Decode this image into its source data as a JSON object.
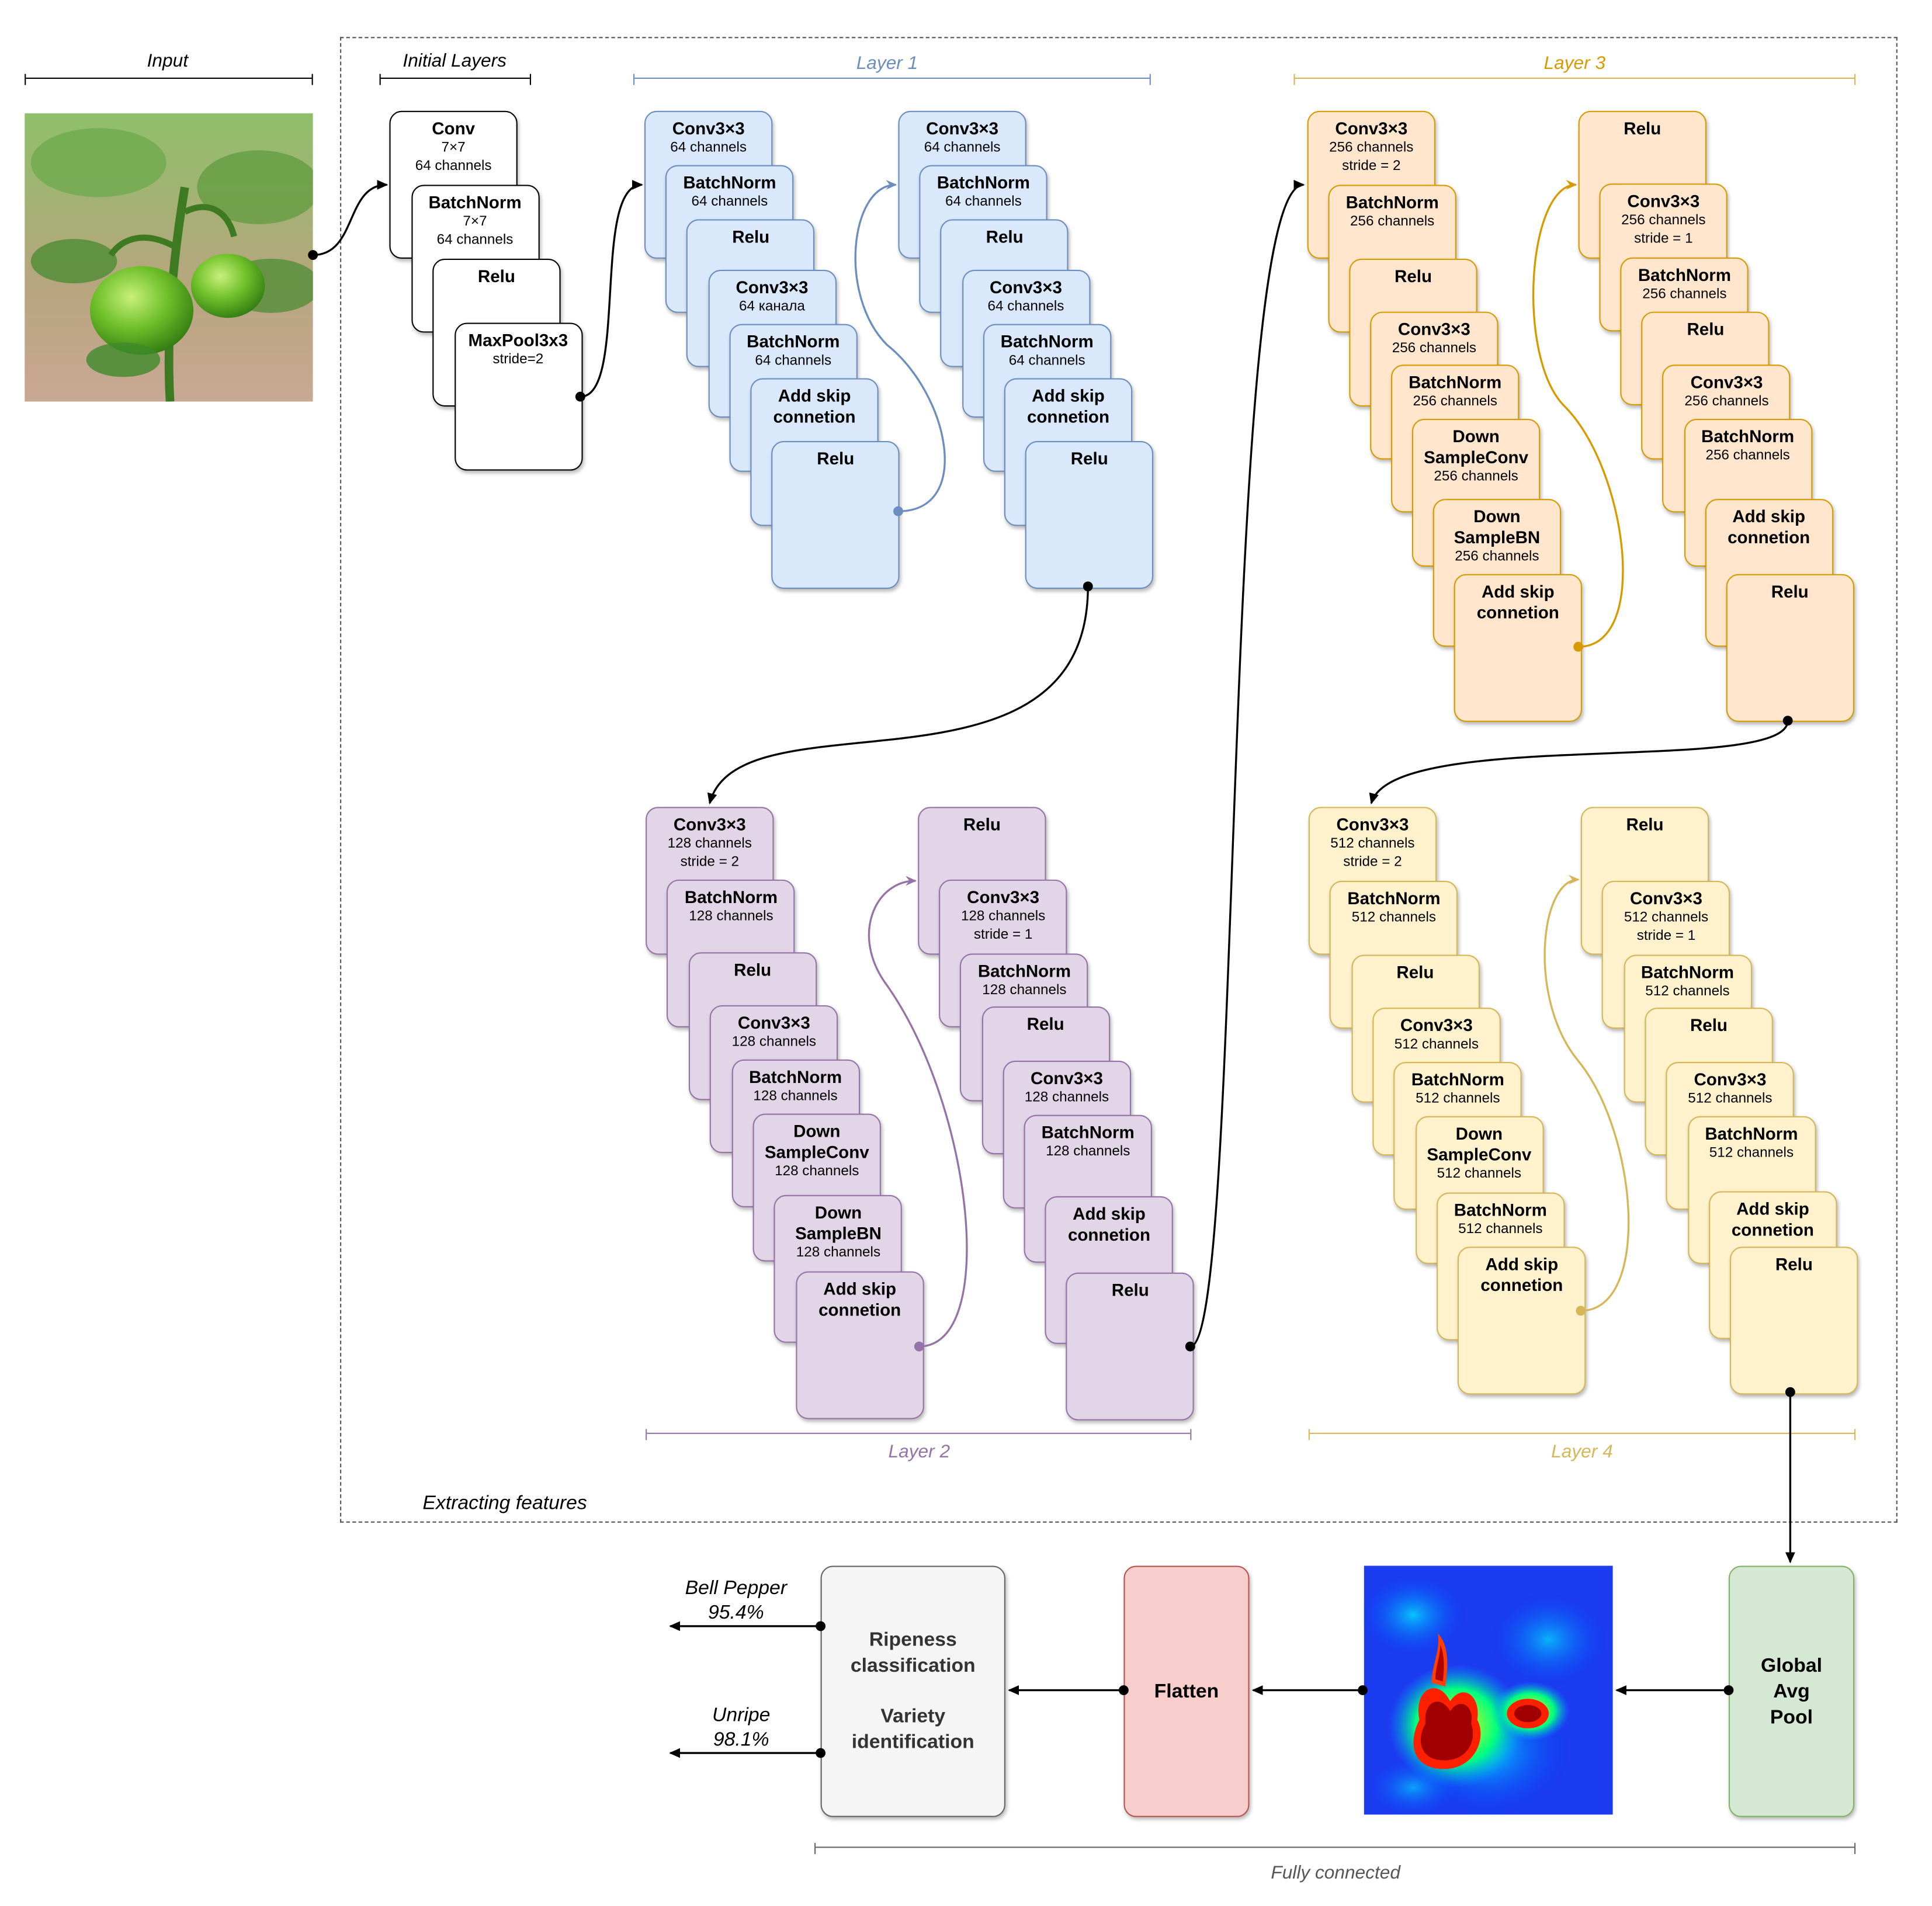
{
  "sections": {
    "input": "Input",
    "initial": "Initial Layers",
    "layer1": "Layer 1",
    "layer2": "Layer 2",
    "layer3": "Layer 3",
    "layer4": "Layer 4",
    "extracting": "Extracting features",
    "fully_connected": "Fully connected"
  },
  "colors": {
    "initial": "#000000",
    "layer1": "#6c8ebf",
    "layer2": "#9673a6",
    "layer3": "#d79b00",
    "layer4": "#d6b656",
    "gap_green": "#82b366",
    "flatten_red": "#b85450",
    "classifier_gray": "#666666"
  },
  "initial_layers": [
    {
      "title": "Conv",
      "sub": "7×7\n64 channels"
    },
    {
      "title": "BatchNorm",
      "sub": "7×7\n64 channels"
    },
    {
      "title": "Relu",
      "sub": ""
    },
    {
      "title": "MaxPool3x3",
      "sub": "stride=2"
    }
  ],
  "layer1": {
    "block_a": [
      {
        "title": "Conv3×3",
        "sub": "64 channels"
      },
      {
        "title": "BatchNorm",
        "sub": "64 channels"
      },
      {
        "title": "Relu",
        "sub": ""
      },
      {
        "title": "Conv3×3",
        "sub": "64 канала"
      },
      {
        "title": "BatchNorm",
        "sub": "64 channels"
      },
      {
        "title": "Add skip\nconnetion",
        "sub": ""
      },
      {
        "title": "Relu",
        "sub": ""
      }
    ],
    "block_b": [
      {
        "title": "Conv3×3",
        "sub": "64 channels"
      },
      {
        "title": "BatchNorm",
        "sub": "64 channels"
      },
      {
        "title": "Relu",
        "sub": ""
      },
      {
        "title": "Conv3×3",
        "sub": "64 channels"
      },
      {
        "title": "BatchNorm",
        "sub": "64 channels"
      },
      {
        "title": "Add skip\nconnetion",
        "sub": ""
      },
      {
        "title": "Relu",
        "sub": ""
      }
    ]
  },
  "layer2": {
    "block_a": [
      {
        "title": "Conv3×3",
        "sub": "128 channels\nstride = 2"
      },
      {
        "title": "BatchNorm",
        "sub": "128 channels"
      },
      {
        "title": "Relu",
        "sub": ""
      },
      {
        "title": "Conv3×3",
        "sub": "128 channels"
      },
      {
        "title": "BatchNorm",
        "sub": "128 channels"
      },
      {
        "title": "Down\nSampleConv",
        "sub": "128 channels"
      },
      {
        "title": "Down\nSampleBN",
        "sub": "128 channels"
      },
      {
        "title": "Add skip\nconnetion",
        "sub": ""
      }
    ],
    "block_b": [
      {
        "title": "Relu",
        "sub": ""
      },
      {
        "title": "Conv3×3",
        "sub": "128 channels\nstride = 1"
      },
      {
        "title": "BatchNorm",
        "sub": "128 channels"
      },
      {
        "title": "Relu",
        "sub": ""
      },
      {
        "title": "Conv3×3",
        "sub": "128 channels"
      },
      {
        "title": "BatchNorm",
        "sub": "128 channels"
      },
      {
        "title": "Add skip\nconnetion",
        "sub": ""
      },
      {
        "title": "Relu",
        "sub": ""
      }
    ]
  },
  "layer3": {
    "block_a": [
      {
        "title": "Conv3×3",
        "sub": "256 channels\nstride = 2"
      },
      {
        "title": "BatchNorm",
        "sub": "256 channels"
      },
      {
        "title": "Relu",
        "sub": ""
      },
      {
        "title": "Conv3×3",
        "sub": "256 channels"
      },
      {
        "title": "BatchNorm",
        "sub": "256 channels"
      },
      {
        "title": "Down\nSampleConv",
        "sub": "256 channels"
      },
      {
        "title": "Down\nSampleBN",
        "sub": "256 channels"
      },
      {
        "title": "Add skip\nconnetion",
        "sub": ""
      }
    ],
    "block_b": [
      {
        "title": "Relu",
        "sub": ""
      },
      {
        "title": "Conv3×3",
        "sub": "256 channels\nstride = 1"
      },
      {
        "title": "BatchNorm",
        "sub": "256 channels"
      },
      {
        "title": "Relu",
        "sub": ""
      },
      {
        "title": "Conv3×3",
        "sub": "256 channels"
      },
      {
        "title": "BatchNorm",
        "sub": "256 channels"
      },
      {
        "title": "Add skip\nconnetion",
        "sub": ""
      },
      {
        "title": "Relu",
        "sub": ""
      }
    ]
  },
  "layer4": {
    "block_a": [
      {
        "title": "Conv3×3",
        "sub": "512 channels\nstride = 2"
      },
      {
        "title": "BatchNorm",
        "sub": "512 channels"
      },
      {
        "title": "Relu",
        "sub": ""
      },
      {
        "title": "Conv3×3",
        "sub": "512 channels"
      },
      {
        "title": "BatchNorm",
        "sub": "512 channels"
      },
      {
        "title": "Down\nSampleConv",
        "sub": "512 channels"
      },
      {
        "title": "BatchNorm",
        "sub": "512 channels"
      },
      {
        "title": "Add skip\nconnetion",
        "sub": ""
      }
    ],
    "block_b": [
      {
        "title": "Relu",
        "sub": ""
      },
      {
        "title": "Conv3×3",
        "sub": "512 channels\nstride = 1"
      },
      {
        "title": "BatchNorm",
        "sub": "512 channels"
      },
      {
        "title": "Relu",
        "sub": ""
      },
      {
        "title": "Conv3×3",
        "sub": "512 channels"
      },
      {
        "title": "BatchNorm",
        "sub": "512 channels"
      },
      {
        "title": "Add skip\nconnetion",
        "sub": ""
      },
      {
        "title": "Relu",
        "sub": ""
      }
    ]
  },
  "fc": {
    "gap": "Global\nAvg\nPool",
    "flatten": "Flatten",
    "ripeness": "Ripeness\nclassification",
    "variety": "Variety\nidentification"
  },
  "outputs": [
    {
      "label": "Bell Pepper",
      "value": "95.4%"
    },
    {
      "label": "Unripe",
      "value": "98.1%"
    }
  ]
}
